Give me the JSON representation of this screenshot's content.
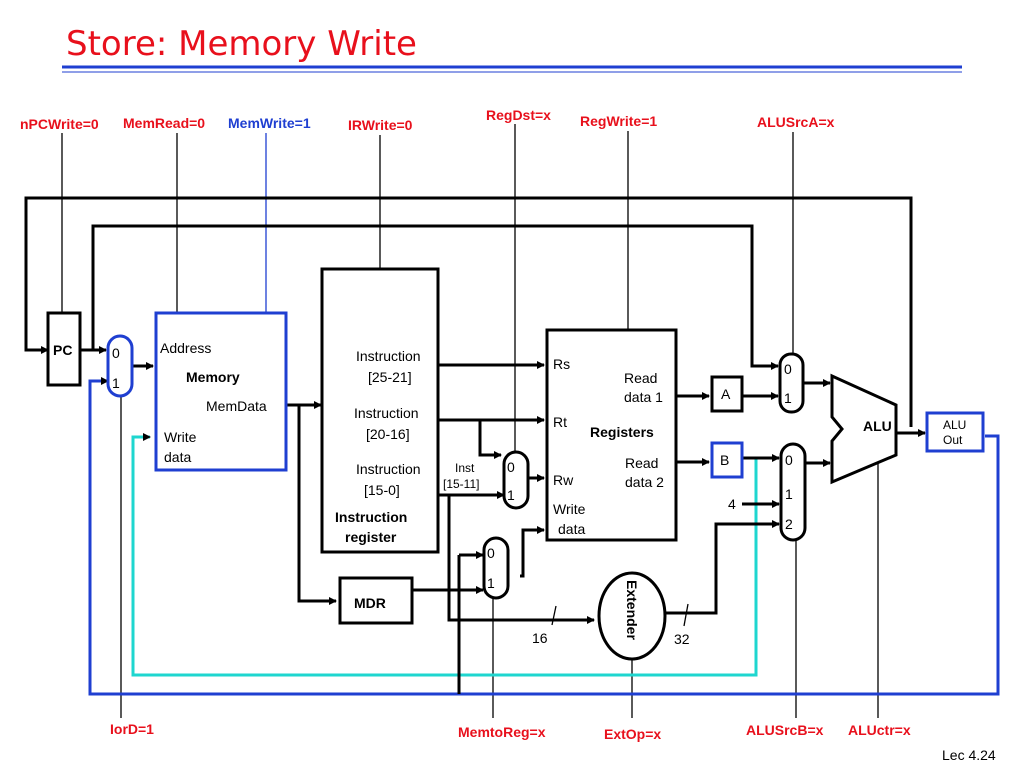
{
  "title": "Store: Memory Write",
  "footer": "Lec 4.24",
  "colors": {
    "title": "#e8101c",
    "signal_red": "#e8101c",
    "signal_blue": "#1f3fd1",
    "wire_blue": "#1f3fd1",
    "wire_cyan": "#1ed6cf",
    "rule": "#1f3fd1"
  },
  "signals": {
    "npcwrite": "nPCWrite=0",
    "memread": "MemRead=0",
    "memwrite": "MemWrite=1",
    "irwrite": "IRWrite=0",
    "regdst": "RegDst=x",
    "regwrite": "RegWrite=1",
    "alusrca": "ALUSrcA=x",
    "iord": "IorD=1",
    "memtoreg": "MemtoReg=x",
    "extop": "ExtOp=x",
    "alusrcb": "ALUSrcB=x",
    "aluctr": "ALUctr=x"
  },
  "blocks": {
    "pc": "PC",
    "memory": {
      "title": "Memory",
      "address": "Address",
      "memdata": "MemData",
      "write": "Write",
      "data": "data"
    },
    "ir": {
      "i1": "Instruction",
      "f1": "[25-21]",
      "i2": "Instruction",
      "f2": "[20-16]",
      "i3": "Instruction",
      "f3": "[15-0]",
      "t1": "Instruction",
      "t2": "register"
    },
    "mdr": "MDR",
    "inst_tag1": "Inst",
    "inst_tag2": "[15-11]",
    "registers": {
      "rs": "Rs",
      "rt": "Rt",
      "rw": "Rw",
      "write": "Write",
      "data": "data",
      "read1a": "Read",
      "read1b": "data 1",
      "title": "Registers",
      "read2a": "Read",
      "read2b": "data 2"
    },
    "a": "A",
    "b": "B",
    "alu": "ALU",
    "aluout1": "ALU",
    "aluout2": "Out",
    "extender": "Extender",
    "const4": "4",
    "width16": "16",
    "width32": "32"
  },
  "mux_labels": {
    "pc_mux": [
      "0",
      "1"
    ],
    "regdst_mux": [
      "0",
      "1"
    ],
    "memtoreg_mux": [
      "0",
      "1"
    ],
    "alusrca_mux": [
      "0",
      "1"
    ],
    "alusrcb_mux": [
      "0",
      "1",
      "2"
    ]
  }
}
